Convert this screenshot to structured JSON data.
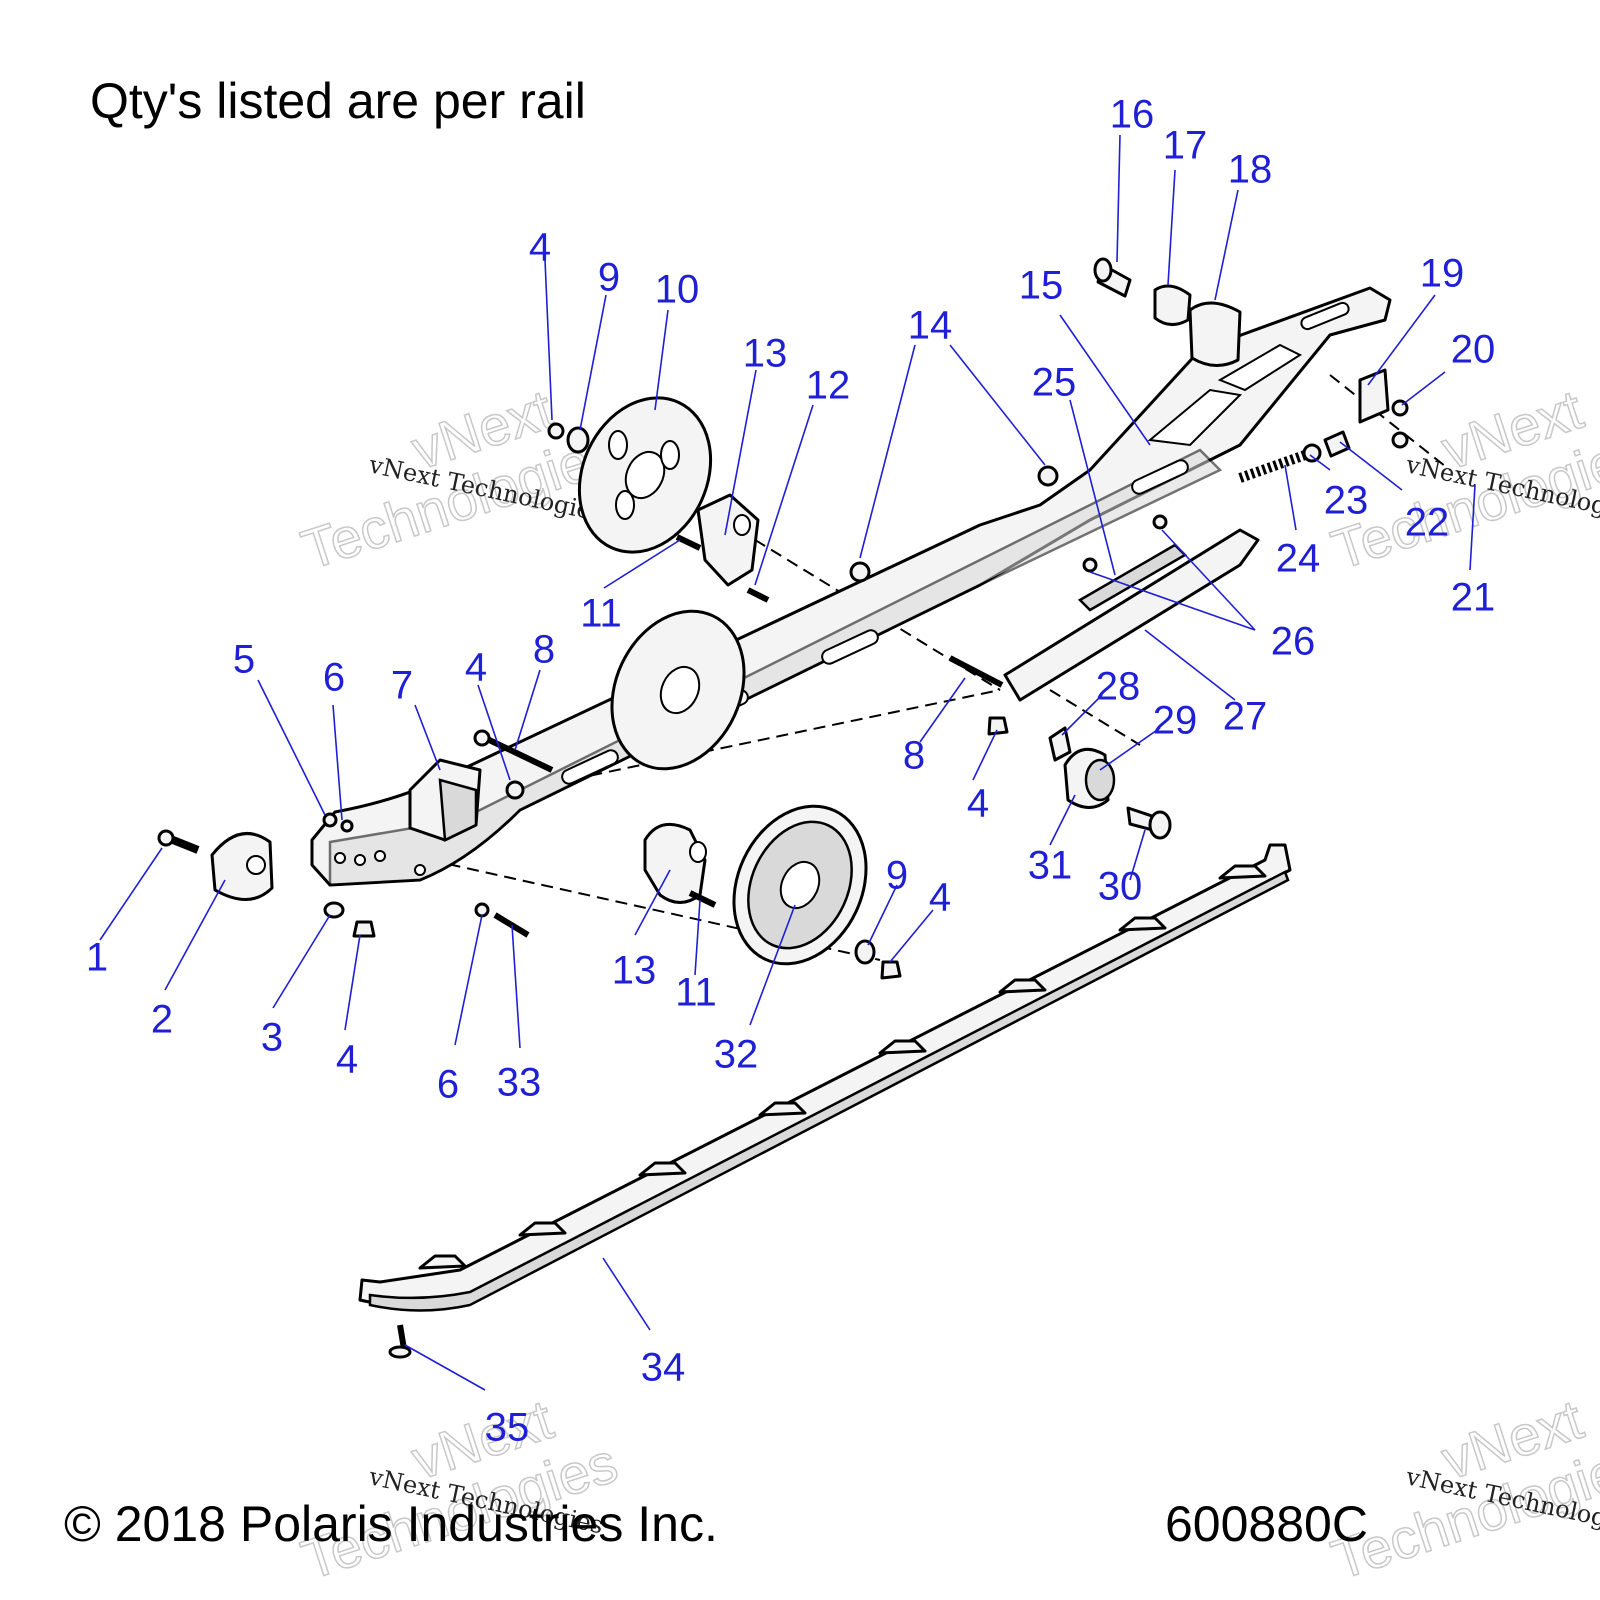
{
  "header_note": "Qty's listed are per rail",
  "copyright": "© 2018 Polaris Industries Inc.",
  "drawing_number": "600880C",
  "watermark": {
    "line": "vNext Technologies",
    "big_top": "vNext",
    "big_bottom": "Technologies"
  },
  "colors": {
    "callout": "#1f1fd6",
    "line_art": "#000000",
    "background": "#ffffff"
  },
  "callouts": [
    {
      "id": "c1",
      "label": "1"
    },
    {
      "id": "c2",
      "label": "2"
    },
    {
      "id": "c3",
      "label": "3"
    },
    {
      "id": "c4a",
      "label": "4"
    },
    {
      "id": "c4b",
      "label": "4"
    },
    {
      "id": "c4c",
      "label": "4"
    },
    {
      "id": "c4d",
      "label": "4"
    },
    {
      "id": "c4e",
      "label": "4"
    },
    {
      "id": "c5",
      "label": "5"
    },
    {
      "id": "c6a",
      "label": "6"
    },
    {
      "id": "c6b",
      "label": "6"
    },
    {
      "id": "c7",
      "label": "7"
    },
    {
      "id": "c8a",
      "label": "8"
    },
    {
      "id": "c8b",
      "label": "8"
    },
    {
      "id": "c9a",
      "label": "9"
    },
    {
      "id": "c9b",
      "label": "9"
    },
    {
      "id": "c10",
      "label": "10"
    },
    {
      "id": "c11a",
      "label": "11"
    },
    {
      "id": "c11b",
      "label": "11"
    },
    {
      "id": "c12",
      "label": "12"
    },
    {
      "id": "c13a",
      "label": "13"
    },
    {
      "id": "c13b",
      "label": "13"
    },
    {
      "id": "c14",
      "label": "14"
    },
    {
      "id": "c15",
      "label": "15"
    },
    {
      "id": "c16",
      "label": "16"
    },
    {
      "id": "c17",
      "label": "17"
    },
    {
      "id": "c18",
      "label": "18"
    },
    {
      "id": "c19",
      "label": "19"
    },
    {
      "id": "c20",
      "label": "20"
    },
    {
      "id": "c21",
      "label": "21"
    },
    {
      "id": "c22",
      "label": "22"
    },
    {
      "id": "c23",
      "label": "23"
    },
    {
      "id": "c24",
      "label": "24"
    },
    {
      "id": "c25",
      "label": "25"
    },
    {
      "id": "c26",
      "label": "26"
    },
    {
      "id": "c27",
      "label": "27"
    },
    {
      "id": "c28",
      "label": "28"
    },
    {
      "id": "c29",
      "label": "29"
    },
    {
      "id": "c30",
      "label": "30"
    },
    {
      "id": "c31",
      "label": "31"
    },
    {
      "id": "c32",
      "label": "32"
    },
    {
      "id": "c33",
      "label": "33"
    },
    {
      "id": "c34",
      "label": "34"
    },
    {
      "id": "c35",
      "label": "35"
    }
  ]
}
